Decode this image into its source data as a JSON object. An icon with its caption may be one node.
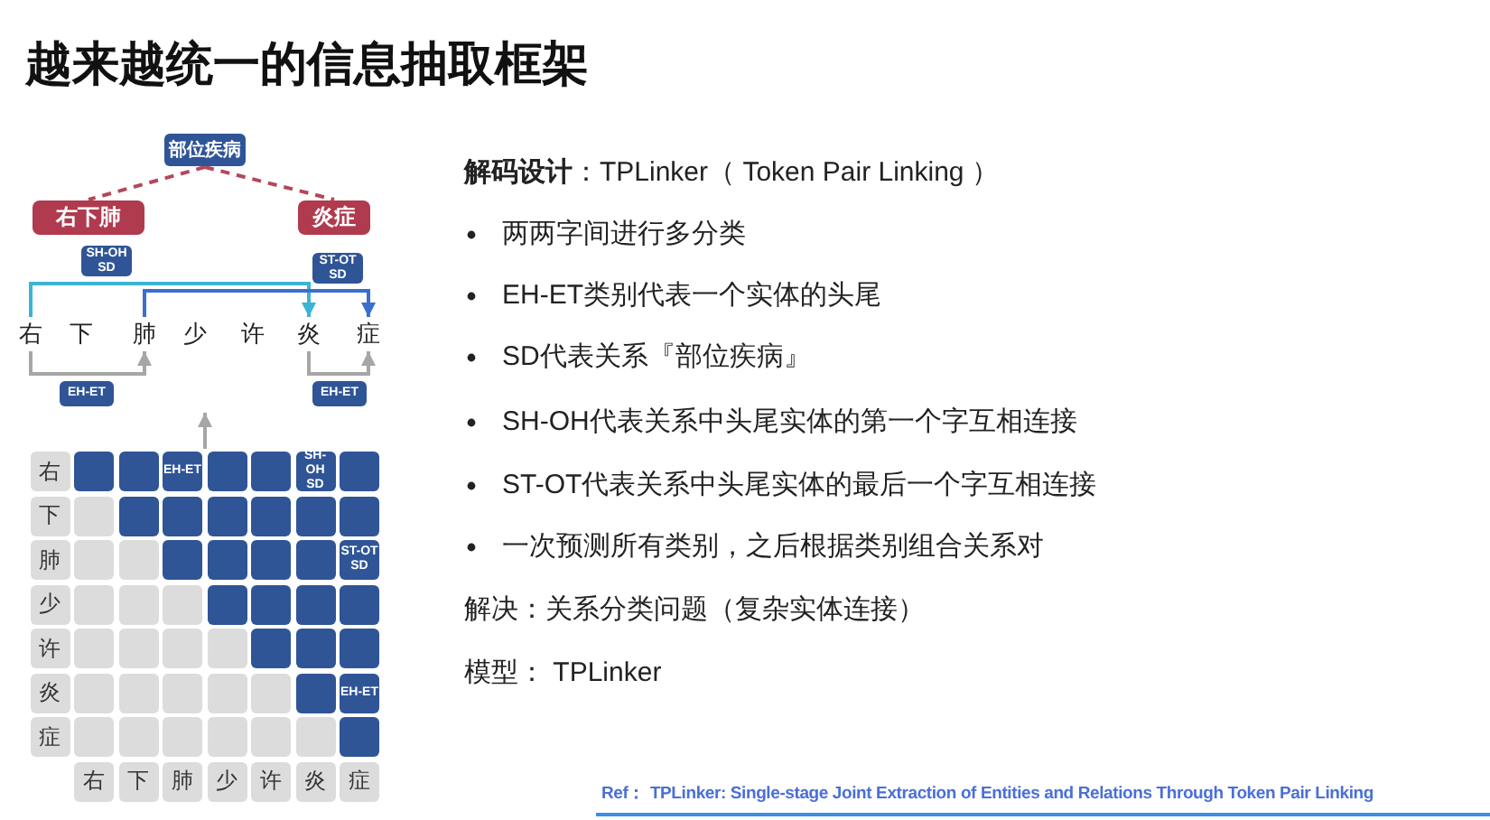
{
  "diagram": {
    "title": "越来越统一的信息抽取框架",
    "nodes": [
      {
        "text": [
          "部位疾病"
        ]
      },
      {
        "text": [
          "右下肺"
        ]
      },
      {
        "text": [
          "炎症"
        ]
      },
      {
        "text": [
          "右"
        ]
      },
      {
        "text": [
          "下"
        ]
      },
      {
        "text": [
          "肺"
        ]
      },
      {
        "text": [
          "少"
        ]
      },
      {
        "text": [
          "许"
        ]
      },
      {
        "text": [
          "炎"
        ]
      },
      {
        "text": [
          "症"
        ]
      },
      {
        "text": [],
        "shape": "grid"
      }
    ],
    "edges": [
      {
        "from": 0,
        "to": 1,
        "arrow": "none",
        "style": "dashed",
        "color": "#b5475a"
      },
      {
        "from": 0,
        "to": 2,
        "arrow": "none",
        "style": "dashed",
        "color": "#b5475a"
      },
      {
        "from": 3,
        "to": 8,
        "arrow": "to",
        "label": "SH-OH SD",
        "color": "#3cb4d4"
      },
      {
        "from": 5,
        "to": 9,
        "arrow": "to",
        "label": "ST-OT SD",
        "color": "#3a6fd0"
      },
      {
        "from": 3,
        "to": 5,
        "arrow": "to",
        "label": "EH-ET"
      },
      {
        "from": 8,
        "to": 9,
        "arrow": "to",
        "label": "EH-ET"
      },
      {
        "from": 10,
        "to": null,
        "arrow": "to"
      }
    ],
    "labels": [
      "右",
      "EH-ET",
      "SH-OH SD",
      "下",
      "肺",
      "ST-OT SD",
      "少",
      "许",
      "炎",
      "EH-ET",
      "症",
      "右",
      "下",
      "肺",
      "少",
      "许",
      "炎",
      "症",
      "**解码设计**：TPLinker（ Token Pair Linking ）",
      "两两字间进行多分类",
      "EH-ET类别代表一个实体的头尾",
      "SD代表关系『部位疾病』",
      "SH-OH代表关系中头尾实体的第一个字互相连接",
      "ST-OT代表关系中头尾实体的最后一个字互相连接",
      "一次预测所有类别，之后根据类别组合关系对",
      "解决：关系分类问题（复杂实体连接）",
      "模型： TPLinker",
      "Ref： TPLinker: Single-stage Joint Extraction of Entities and Relations Through Token Pair Linking"
    ]
  }
}
